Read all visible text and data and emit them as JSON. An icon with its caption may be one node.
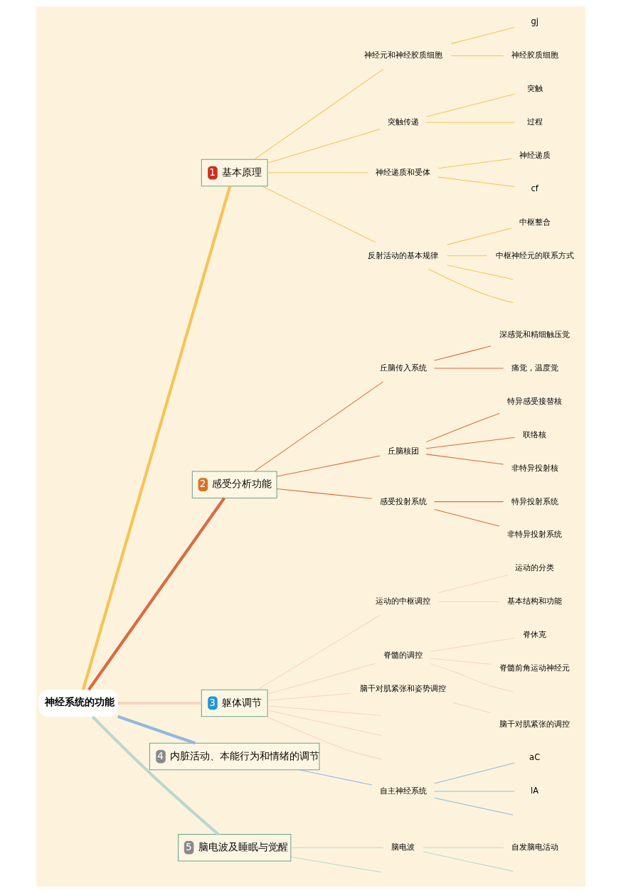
{
  "diagram": {
    "nodes": [
      {
        "text": [
          "神经系统的功能"
        ]
      },
      {
        "text": [
          "1",
          "基本原理"
        ]
      },
      {
        "text": [
          "神经元和神经胶质细胞"
        ]
      },
      {
        "text": [
          "gj"
        ]
      },
      {
        "text": [
          "神经胶质细胞"
        ]
      },
      {
        "text": [
          "突触传递"
        ]
      },
      {
        "text": [
          "突触"
        ]
      },
      {
        "text": [
          "过程"
        ]
      },
      {
        "text": [
          "神经递质和受体"
        ]
      },
      {
        "text": [
          "神经递质"
        ]
      },
      {
        "text": [
          "cf"
        ]
      },
      {
        "text": [
          "反射活动的基本规律"
        ]
      },
      {
        "text": [
          "中枢整合"
        ]
      },
      {
        "text": [
          "中枢神经元的联系方式"
        ]
      },
      {
        "text": [
          "2",
          "感受分析功能"
        ]
      },
      {
        "text": [
          "丘脑传入系统"
        ]
      },
      {
        "text": [
          "深感觉和精细触压觉"
        ]
      },
      {
        "text": [
          "痛觉，温度觉"
        ]
      },
      {
        "text": [
          "丘脑核团"
        ]
      },
      {
        "text": [
          "特异感受接替核"
        ]
      },
      {
        "text": [
          "联络核"
        ]
      },
      {
        "text": [
          "非特异投射核"
        ]
      },
      {
        "text": [
          "感受投射系统"
        ]
      },
      {
        "text": [
          "特异投射系统"
        ]
      },
      {
        "text": [
          "非特异投射系统"
        ]
      },
      {
        "text": [
          "3",
          "躯体调节"
        ]
      },
      {
        "text": [
          "运动的中枢调控"
        ]
      },
      {
        "text": [
          "运动的分类"
        ]
      },
      {
        "text": [
          "基本结构和功能"
        ]
      },
      {
        "text": [
          "脊髓的调控"
        ]
      },
      {
        "text": [
          "脊休克"
        ]
      },
      {
        "text": [
          "脊髓前角运动神经元"
        ]
      },
      {
        "text": [
          "脑干对肌紧张和姿势调控"
        ]
      },
      {
        "text": [
          "脑干对肌紧张的调控"
        ]
      },
      {
        "text": [
          "4",
          "内脏活动、本能行为和情绪的调节"
        ]
      },
      {
        "text": [
          "自主神经系统"
        ]
      },
      {
        "text": [
          "aC"
        ]
      },
      {
        "text": [
          "lA"
        ]
      },
      {
        "text": [
          "5",
          "脑电波及睡眠与觉醒"
        ]
      },
      {
        "text": [
          "脑电波"
        ]
      },
      {
        "text": [
          "自发脑电活动"
        ]
      }
    ],
    "edges": [
      {
        "from": 0,
        "to": 1,
        "arrow": "none",
        "style": "thick",
        "color": "#f5c452"
      },
      {
        "from": 1,
        "to": 2,
        "arrow": "none",
        "color": "#f5c452"
      },
      {
        "from": 2,
        "to": 3,
        "arrow": "none",
        "color": "#f5c452"
      },
      {
        "from": 2,
        "to": 4,
        "arrow": "none",
        "color": "#f5c452"
      },
      {
        "from": 1,
        "to": 5,
        "arrow": "none",
        "color": "#f5c452"
      },
      {
        "from": 5,
        "to": 6,
        "arrow": "none",
        "color": "#f5c452"
      },
      {
        "from": 5,
        "to": 7,
        "arrow": "none",
        "color": "#f5c452"
      },
      {
        "from": 1,
        "to": 8,
        "arrow": "none",
        "color": "#f5c452"
      },
      {
        "from": 8,
        "to": 9,
        "arrow": "none",
        "color": "#f5c452"
      },
      {
        "from": 8,
        "to": 10,
        "arrow": "none",
        "color": "#f5c452"
      },
      {
        "from": 1,
        "to": 11,
        "arrow": "none",
        "color": "#f5c452"
      },
      {
        "from": 11,
        "to": 12,
        "arrow": "none",
        "color": "#f5c452"
      },
      {
        "from": 11,
        "to": 13,
        "arrow": "none",
        "color": "#f5c452"
      },
      {
        "from": 11,
        "to": null,
        "arrow": "none",
        "color": "#f5c452"
      },
      {
        "from": 11,
        "to": null,
        "arrow": "none",
        "color": "#f5c452"
      },
      {
        "from": 0,
        "to": 14,
        "arrow": "none",
        "style": "thick",
        "color": "#e0693f"
      },
      {
        "from": 14,
        "to": 15,
        "arrow": "none",
        "color": "#e0693f"
      },
      {
        "from": 15,
        "to": 16,
        "arrow": "none",
        "color": "#e0693f"
      },
      {
        "from": 15,
        "to": 17,
        "arrow": "none",
        "color": "#e0693f"
      },
      {
        "from": 14,
        "to": 18,
        "arrow": "none",
        "color": "#e0693f"
      },
      {
        "from": 18,
        "to": 19,
        "arrow": "none",
        "color": "#e0693f"
      },
      {
        "from": 18,
        "to": 20,
        "arrow": "none",
        "color": "#e0693f"
      },
      {
        "from": 18,
        "to": 21,
        "arrow": "none",
        "color": "#e0693f"
      },
      {
        "from": 14,
        "to": 22,
        "arrow": "none",
        "color": "#e0693f"
      },
      {
        "from": 22,
        "to": 23,
        "arrow": "none",
        "color": "#e0693f"
      },
      {
        "from": 22,
        "to": 24,
        "arrow": "none",
        "color": "#e0693f"
      },
      {
        "from": 0,
        "to": 25,
        "arrow": "none",
        "style": "thick",
        "color": "#f5d3c6"
      },
      {
        "from": 25,
        "to": 26,
        "arrow": "none",
        "color": "#f5d3c6"
      },
      {
        "from": 26,
        "to": 27,
        "arrow": "none",
        "color": "#f5d3c6"
      },
      {
        "from": 26,
        "to": 28,
        "arrow": "none",
        "color": "#f5d3c6"
      },
      {
        "from": 25,
        "to": 29,
        "arrow": "none",
        "color": "#f5d3c6"
      },
      {
        "from": 29,
        "to": 30,
        "arrow": "none",
        "color": "#f5d3c6"
      },
      {
        "from": 29,
        "to": 31,
        "arrow": "none",
        "color": "#f5d3c6"
      },
      {
        "from": 29,
        "to": null,
        "arrow": "none",
        "color": "#f5d3c6"
      },
      {
        "from": 25,
        "to": 32,
        "arrow": "none",
        "color": "#f5d3c6"
      },
      {
        "from": 32,
        "to": 33,
        "arrow": "none",
        "color": "#f5d3c6"
      },
      {
        "from": 25,
        "to": null,
        "arrow": "none",
        "color": "#f5d3c6"
      },
      {
        "from": 25,
        "to": null,
        "arrow": "none",
        "color": "#f5d3c6"
      },
      {
        "from": 25,
        "to": null,
        "arrow": "none",
        "color": "#f5d3c6"
      },
      {
        "from": 0,
        "to": 34,
        "arrow": "none",
        "style": "thick",
        "color": "#8fb8e6"
      },
      {
        "from": 34,
        "to": 35,
        "arrow": "none",
        "color": "#8fb8e6"
      },
      {
        "from": 35,
        "to": 36,
        "arrow": "none",
        "color": "#8fb8e6"
      },
      {
        "from": 35,
        "to": 37,
        "arrow": "none",
        "color": "#8fb8e6"
      },
      {
        "from": 35,
        "to": null,
        "arrow": "none",
        "color": "#8fb8e6"
      },
      {
        "from": 0,
        "to": 38,
        "arrow": "none",
        "style": "thick",
        "color": "#b9d8cf"
      },
      {
        "from": 38,
        "to": 39,
        "arrow": "none",
        "color": "#b9d8cf"
      },
      {
        "from": 39,
        "to": 40,
        "arrow": "none",
        "color": "#b9d8cf"
      },
      {
        "from": 39,
        "to": null,
        "arrow": "none",
        "color": "#b9d8cf"
      },
      {
        "from": 38,
        "to": null,
        "arrow": "none",
        "color": "#b9d8cf"
      }
    ]
  }
}
